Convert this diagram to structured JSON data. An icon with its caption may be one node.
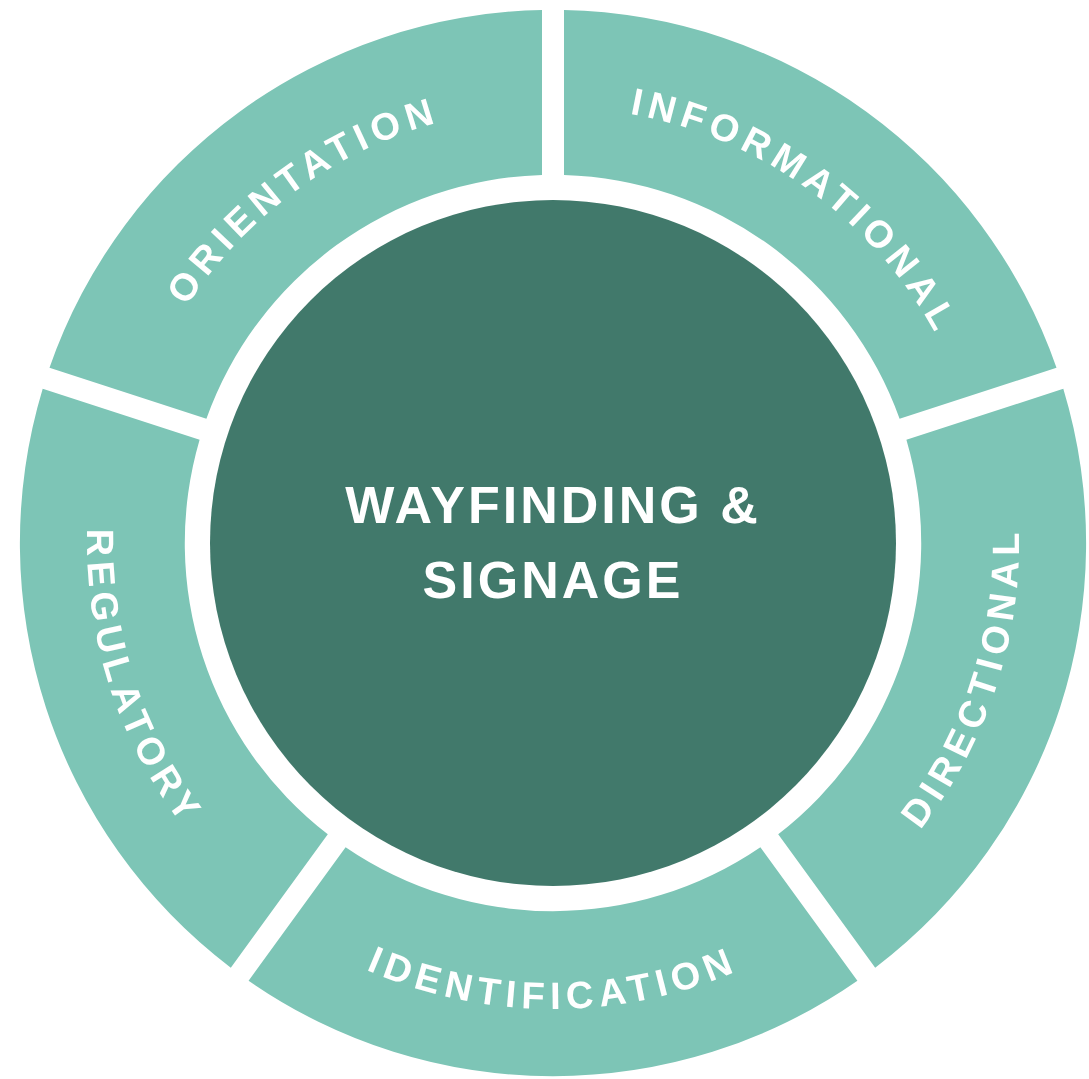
{
  "diagram": {
    "nodes": [
      {
        "text": [
          "WAYFINDING & SIGNAGE"
        ]
      },
      {
        "text": [
          "ORIENTATION"
        ]
      },
      {
        "text": [
          "INFORMATIONAL"
        ]
      },
      {
        "text": [
          "DIRECTIONAL"
        ]
      },
      {
        "text": [
          "IDENTIFICATION"
        ]
      },
      {
        "text": [
          "REGULATORY"
        ]
      }
    ]
  }
}
